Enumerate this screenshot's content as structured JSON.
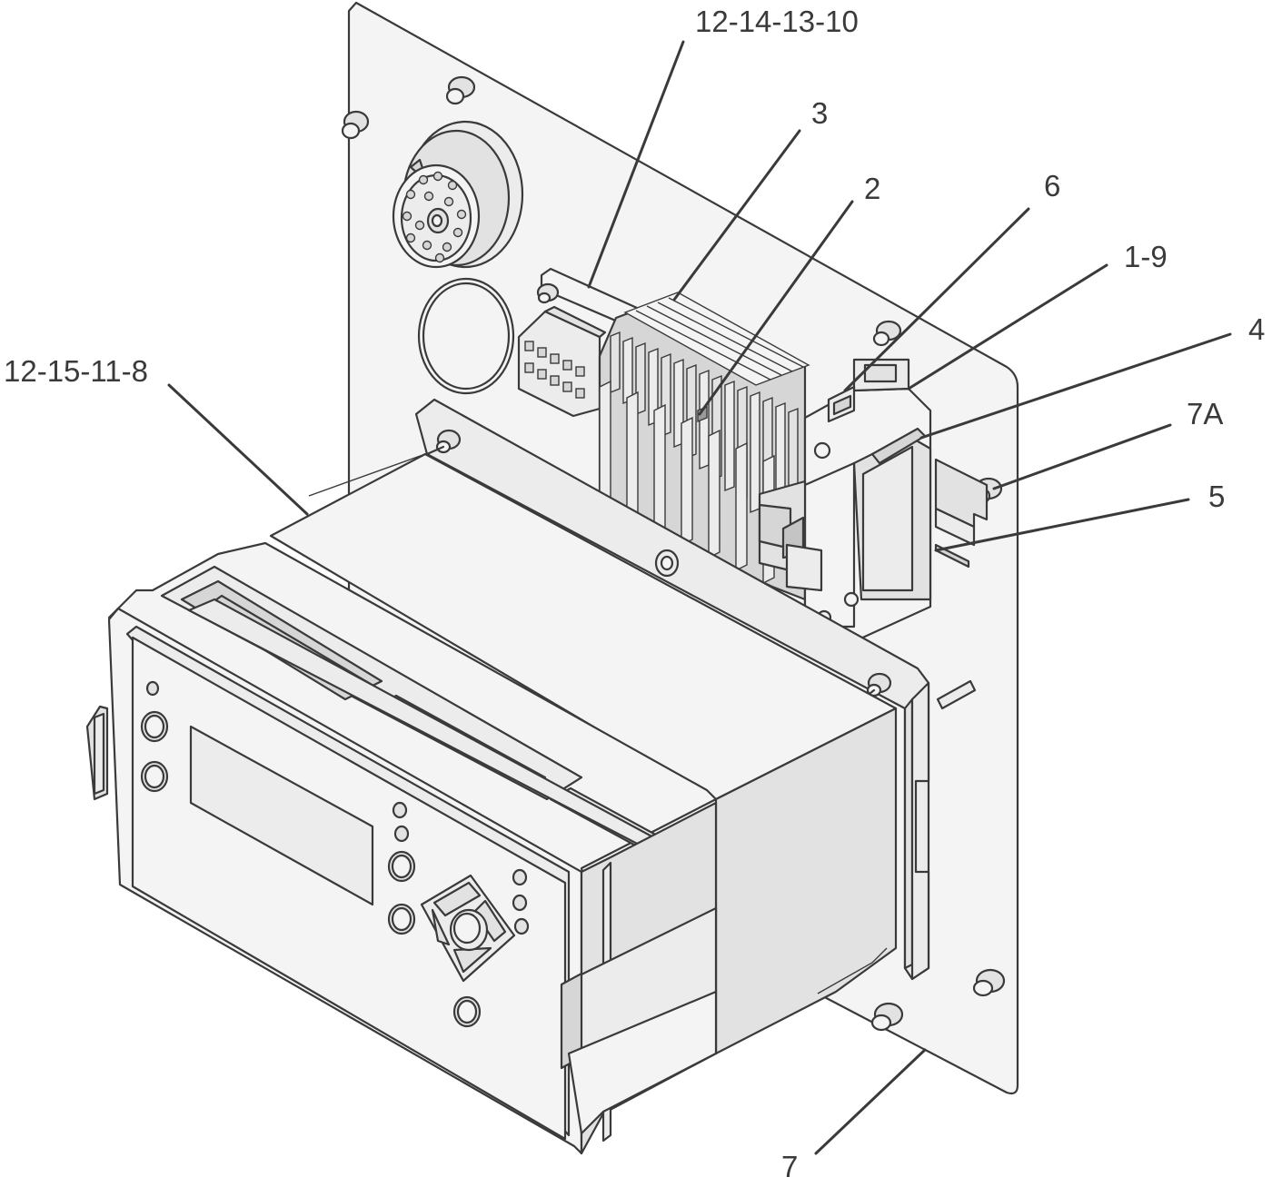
{
  "labels": [
    {
      "id": "label-12-14-13-10",
      "text": "12-14-13-10"
    },
    {
      "id": "label-3",
      "text": "3"
    },
    {
      "id": "label-2",
      "text": "2"
    },
    {
      "id": "label-6",
      "text": "6"
    },
    {
      "id": "label-1-9",
      "text": "1-9"
    },
    {
      "id": "label-4",
      "text": "4"
    },
    {
      "id": "label-7a",
      "text": "7A"
    },
    {
      "id": "label-5",
      "text": "5"
    },
    {
      "id": "label-12-15-11-8",
      "text": "12-15-11-8"
    },
    {
      "id": "label-7",
      "text": "7"
    }
  ]
}
